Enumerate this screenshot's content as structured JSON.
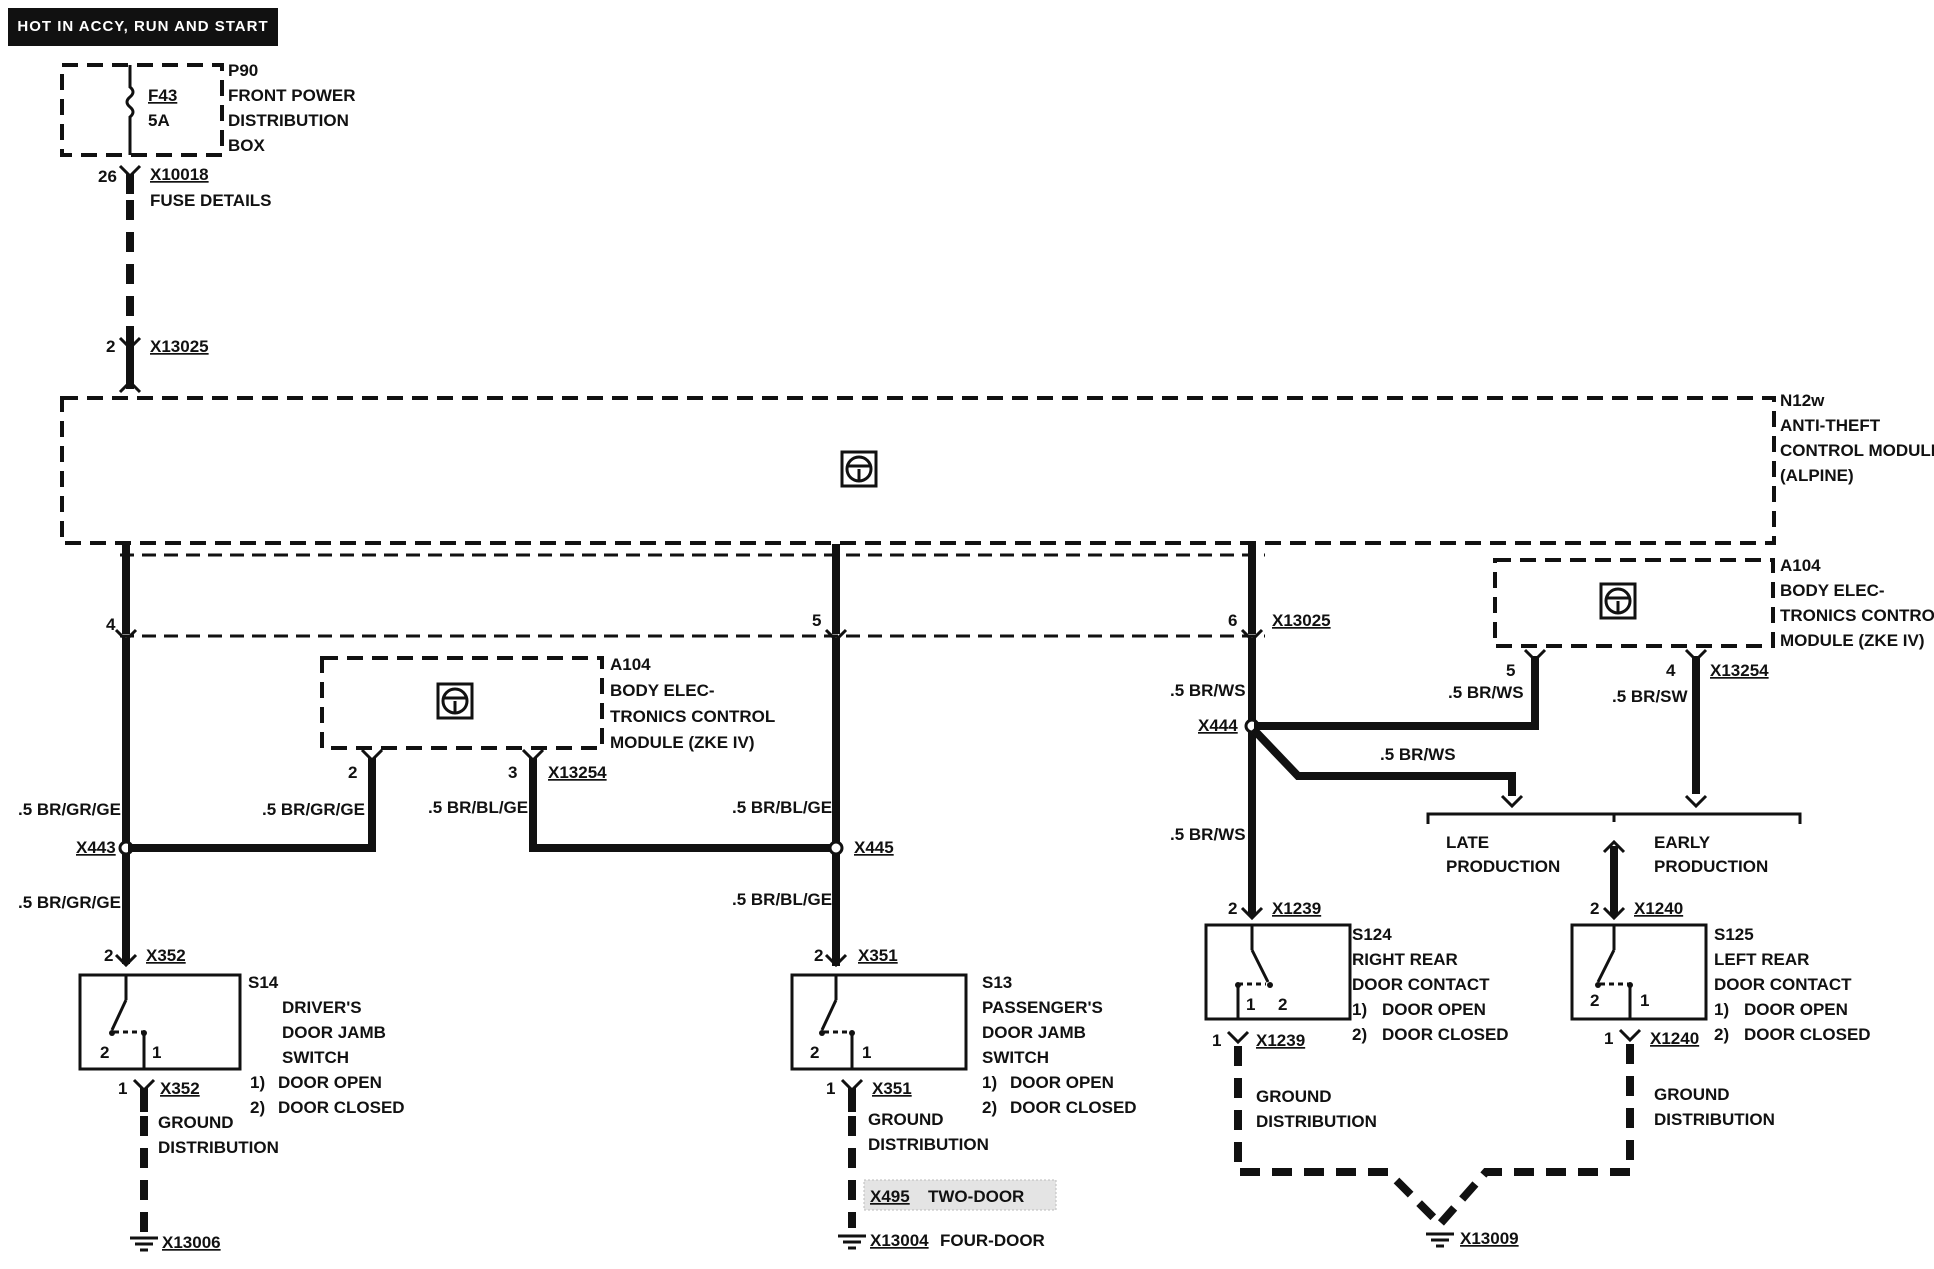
{
  "banner": "HOT IN ACCY, RUN AND START",
  "fuse_box": {
    "id": "P90",
    "lines": [
      "FRONT POWER",
      "DISTRIBUTION",
      "BOX"
    ],
    "fuse": "F43",
    "rating": "5A"
  },
  "fuse_connector": {
    "pin": "26",
    "id": "X10018",
    "note": "FUSE DETAILS"
  },
  "atm_connector_top": {
    "pin": "2",
    "id": "X13025"
  },
  "anti_theft_module": {
    "id": "N12w",
    "lines": [
      "ANTI-THEFT",
      "CONTROL MODULE",
      "(ALPINE)"
    ]
  },
  "zke_right": {
    "id": "A104",
    "lines": [
      "BODY ELEC-",
      "TRONICS CONTROL",
      "MODULE (ZKE IV)"
    ],
    "pin_a": "5",
    "pin_b": "4",
    "connector": "X13254"
  },
  "zke_left": {
    "id": "A104",
    "lines": [
      "BODY ELEC-",
      "TRONICS CONTROL",
      "MODULE (ZKE IV)"
    ],
    "pin_a": "2",
    "pin_b": "3",
    "connector": "X13254"
  },
  "atm_pins": {
    "p4": "4",
    "p5": "5",
    "p6": "6",
    "connector": "X13025"
  },
  "wires": {
    "br_gr_ge": ".5 BR/GR/GE",
    "br_bl_ge": ".5 BR/BL/GE",
    "br_ws": ".5 BR/WS",
    "br_sw": ".5 BR/SW"
  },
  "splices": {
    "x443": "X443",
    "x445": "X445",
    "x444": "X444"
  },
  "production": {
    "late": [
      "LATE",
      "PRODUCTION"
    ],
    "early": [
      "EARLY",
      "PRODUCTION"
    ]
  },
  "s14": {
    "id": "S14",
    "lines": [
      "DRIVER'S",
      "DOOR JAMB",
      "SWITCH"
    ],
    "top_pin": "2",
    "top_conn": "X352",
    "bot_pin": "1",
    "bot_conn": "X352",
    "sw_pin_2": "2",
    "sw_pin_1": "1",
    "pos1": "1)",
    "pos1_text": "DOOR OPEN",
    "pos2": "2)",
    "pos2_text": "DOOR CLOSED"
  },
  "s13": {
    "id": "S13",
    "lines": [
      "PASSENGER'S",
      "DOOR JAMB",
      "SWITCH"
    ],
    "top_pin": "2",
    "top_conn": "X351",
    "bot_pin": "1",
    "bot_conn": "X351",
    "sw_pin_2": "2",
    "sw_pin_1": "1",
    "pos1": "1)",
    "pos1_text": "DOOR OPEN",
    "pos2": "2)",
    "pos2_text": "DOOR CLOSED"
  },
  "s124": {
    "id": "S124",
    "lines": [
      "RIGHT REAR",
      "DOOR CONTACT"
    ],
    "top_pin": "2",
    "top_conn": "X1239",
    "bot_pin": "1",
    "bot_conn": "X1239",
    "sw_pin_1": "1",
    "sw_pin_2": "2",
    "pos1": "1)",
    "pos1_text": "DOOR OPEN",
    "pos2": "2)",
    "pos2_text": "DOOR CLOSED"
  },
  "s125": {
    "id": "S125",
    "lines": [
      "LEFT REAR",
      "DOOR CONTACT"
    ],
    "top_pin": "2",
    "top_conn": "X1240",
    "bot_pin": "1",
    "bot_conn": "X1240",
    "sw_pin_2": "2",
    "sw_pin_1": "1",
    "pos1": "1)",
    "pos1_text": "DOOR OPEN",
    "pos2": "2)",
    "pos2_text": "DOOR CLOSED"
  },
  "ground_text": [
    "GROUND",
    "DISTRIBUTION"
  ],
  "grounds": {
    "g1": "X13006",
    "g2": "X13004",
    "g2_note": "FOUR-DOOR",
    "g2_alt": "X495",
    "g2_alt_note": "TWO-DOOR",
    "g3": "X13009"
  }
}
